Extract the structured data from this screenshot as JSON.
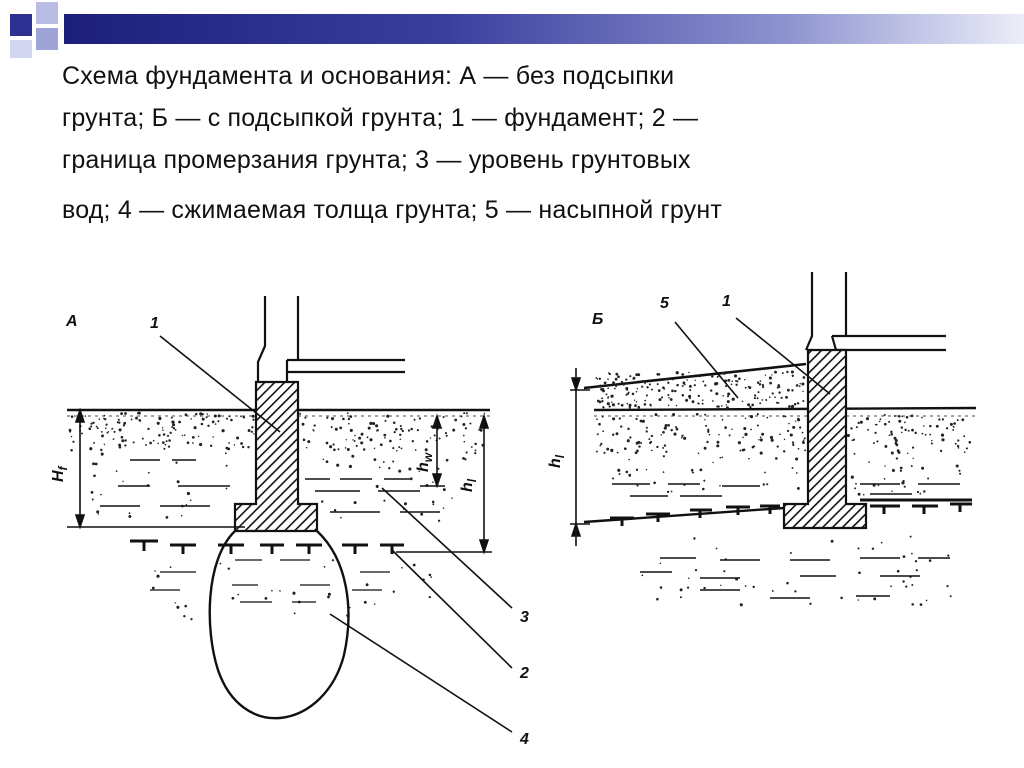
{
  "slide": {
    "caption_lines": [
      "Схема фундамента и основания: А — без подсыпки",
      "грунта; Б — с подсыпкой грунта; 1 — фундамент; 2 —",
      "граница промерзания грунта; 3 — уровень грунтовых",
      "вод; 4 — сжимаемая толща грунта; 5 — насыпной грунт"
    ]
  },
  "figure_a": {
    "panel_label": "А",
    "labels": {
      "l1": "1",
      "l2": "2",
      "l3": "3",
      "l4": "4",
      "hf": "H",
      "hf_sub": "f",
      "hw": "h",
      "hw_sub": "w",
      "hl": "h",
      "hl_sub": "l"
    }
  },
  "figure_b": {
    "panel_label": "Б",
    "labels": {
      "l1": "1",
      "l5": "5",
      "hl": "h",
      "hl_sub": "l"
    }
  },
  "colors": {
    "bar_dark": "#1c1f7a",
    "bar_light": "#d9dcf2",
    "square_dark": "#2e3192",
    "square_light": "#b9bde3",
    "ink": "#111111"
  }
}
